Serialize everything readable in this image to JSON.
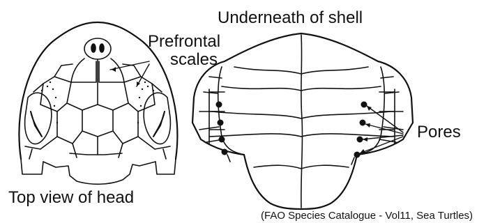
{
  "labels": {
    "underneath_of_shell": "Underneath of shell",
    "prefrontal_line1": "Prefrontal",
    "prefrontal_line2": "scales",
    "pores": "Pores",
    "top_view_of_head": "Top view of head",
    "source_credit": "(FAO Species Catalogue - Vol11, Sea Turtles)"
  },
  "figures": {
    "head": {
      "icon": "turtle-head-top-view"
    },
    "plastron": {
      "icon": "turtle-shell-underside",
      "pore_count": 4
    }
  },
  "colors": {
    "ink": "#111111",
    "background": "#ffffff"
  }
}
